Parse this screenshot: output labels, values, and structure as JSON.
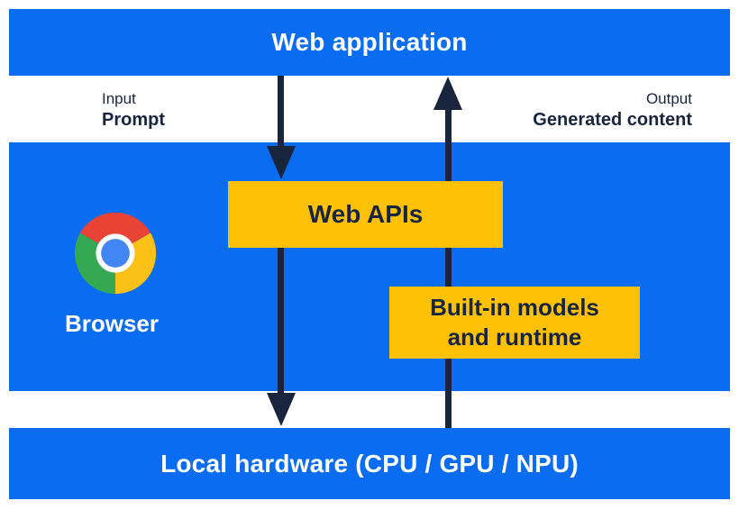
{
  "colors": {
    "blue": "#0A6CF0",
    "yellow": "#FFC105",
    "ink": "#18253D",
    "chrome_red": "#E94335",
    "chrome_yellow": "#FBC116",
    "chrome_green": "#34A853",
    "chrome_blue": "#4285F4"
  },
  "top_bar": {
    "label": "Web application"
  },
  "io": {
    "input_title": "Input",
    "input_value": "Prompt",
    "output_title": "Output",
    "output_value": "Generated content"
  },
  "browser": {
    "label": "Browser",
    "icon": "chrome-icon"
  },
  "boxes": {
    "web_apis_label": "Web APIs",
    "builtin_line1": "Built-in models",
    "builtin_line2": "and runtime"
  },
  "bottom_bar": {
    "label": "Local hardware (CPU / GPU / NPU)"
  },
  "arrows": {
    "down": "prompt-flow-down",
    "up": "generated-content-flow-up"
  }
}
